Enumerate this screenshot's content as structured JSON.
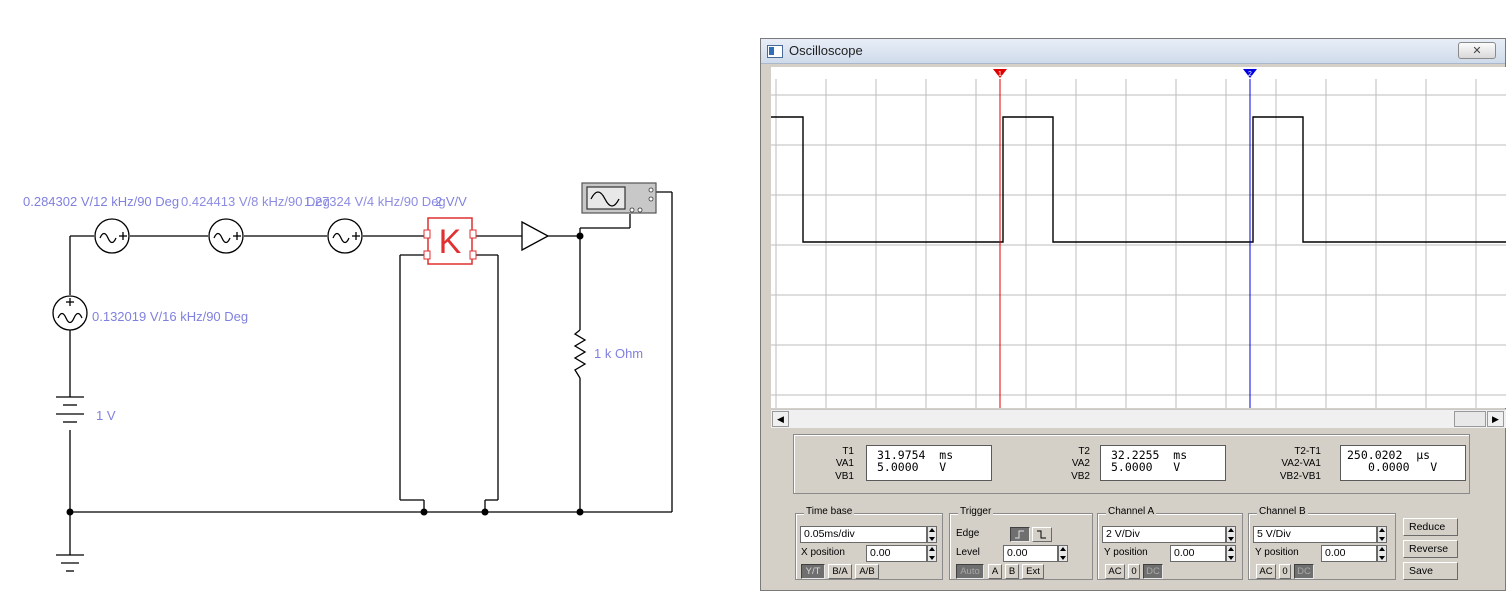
{
  "schematic": {
    "src_top_labels": "0.284302 V/12 kHz/90 Deg",
    "src_top_overlap_1": "0.424413 V/8 kHz/90 Deg",
    "src_top_overlap_2": "1.27324 V/4 kHz/90 Deg",
    "src_top_label_end": "2 V/V",
    "src_side_label": "0.132019 V/16 kHz/90 Deg",
    "battery_label": "1 V",
    "resistor_label": "1 k Ohm",
    "relay_label": "K"
  },
  "oscilloscope": {
    "title": "Oscilloscope",
    "close_glyph": "✕",
    "cursor1_marker": "1",
    "cursor2_marker": "2",
    "readout": {
      "t1_label": "T1",
      "va1_label": "VA1",
      "vb1_label": "VB1",
      "t1_value": "31.9754  ms",
      "va1_value": "5.0000   V",
      "t2_label": "T2",
      "va2_label": "VA2",
      "vb2_label": "VB2",
      "t2_value": "32.2255  ms",
      "va2_value": "5.0000   V",
      "diff_t_label": "T2-T1",
      "diff_va_label": "VA2-VA1",
      "diff_vb_label": "VB2-VB1",
      "diff_t_value": "250.0202  µs",
      "diff_va_value": "0.0000   V"
    },
    "timebase": {
      "title": "Time base",
      "value": "0.05ms/div",
      "xpos_label": "X position",
      "xpos_value": "0.00",
      "buttons": [
        "Y/T",
        "B/A",
        "A/B"
      ],
      "active_button": "Y/T"
    },
    "trigger": {
      "title": "Trigger",
      "edge_label": "Edge",
      "level_label": "Level",
      "level_value": "0.00",
      "buttons": [
        "Auto",
        "A",
        "B",
        "Ext"
      ]
    },
    "channel_a": {
      "title": "Channel A",
      "value": "2 V/Div",
      "ypos_label": "Y position",
      "ypos_value": "0.00",
      "buttons": [
        "AC",
        "0",
        "DC"
      ]
    },
    "channel_b": {
      "title": "Channel B",
      "value": "5 V/Div",
      "ypos_label": "Y position",
      "ypos_value": "0.00",
      "buttons": [
        "AC",
        "0",
        "DC"
      ]
    },
    "actions": {
      "reduce": "Reduce",
      "reverse": "Reverse",
      "save": "Save"
    },
    "colors": {
      "trace": "#000000",
      "cursor1": "#e00000",
      "cursor2": "#0000e0",
      "grid": "#bdbdbd"
    }
  }
}
